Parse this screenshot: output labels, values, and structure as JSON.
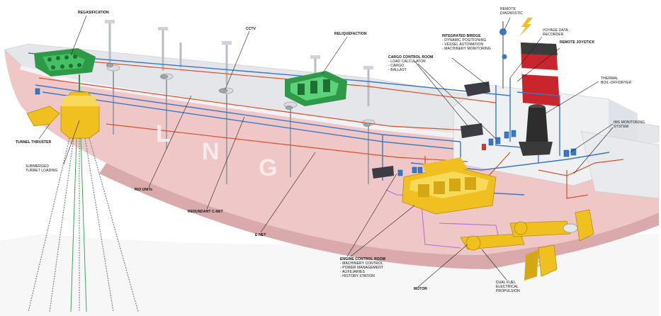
{
  "hull_text": [
    "L",
    "N",
    "G"
  ],
  "colors": {
    "hull_pink": "#efc7c7",
    "hull_shadow": "#d9a9ab",
    "deck": "#e4e6ea",
    "superstructure": "#eef0f2",
    "funnel_red": "#c8262c",
    "blue_network": "#3a78c2",
    "red_network": "#d9502a",
    "green_plant": "#2e9a48",
    "yellow_equipment": "#f0c020",
    "purple_lines": "#b46bd6"
  },
  "labels": {
    "regasification": "REGASIFICATION",
    "tunnel_thruster": "TUNNEL THRUSTER",
    "submerged_turret": [
      "SUBMERGED",
      "TURRET LOADING"
    ],
    "cctv": "CCTV",
    "reliquefaction": "RELIQUEFACTION",
    "remote_diagnostic": [
      "REMOTE",
      "DIAGNOSTIC"
    ],
    "voyage_data_recorder": [
      "VOYAGE DATA",
      "RECORDER"
    ],
    "integrated_bridge": "INTEGRATED BRIDGE",
    "integrated_bridge_items": [
      "- DYNAMIC POSITIONING",
      "- VESSEL AUTOMATION",
      "- MACHINERY MONITORING"
    ],
    "remote_joystick": "REMOTE JOYSTICK",
    "cargo_control_room": "CARGO CONTROL ROOM",
    "cargo_control_items": [
      "- LOAD CALCULATOR",
      "- CARGO",
      "- BALLAST"
    ],
    "thermal_boil_off": [
      "THERMAL",
      "BOIL-OFF/DRYER"
    ],
    "ims_monitoring": [
      "IMS MONITORING",
      "SYSTEM"
    ],
    "rio_units": "RIO UNITs",
    "redundant_c_net": "REDUNDANT C-NET",
    "e_net": "E-NET",
    "engine_control_room": "ENGINE CONTROL ROOM",
    "engine_control_items": [
      "- MACHINERY CONTROL",
      "- POWER MANAGEMENT",
      "- AUXILIARIES",
      "- HISTORY STATION"
    ],
    "motor": "MOTOR",
    "dual_fuel_propulsion": [
      "DUAL FUEL",
      "ELECTRICAL",
      "PROPULSION"
    ]
  },
  "icons": [
    "antenna-icon",
    "lightning-icon",
    "workstation-icon",
    "rio-unit-icon",
    "cctv-camera-icon",
    "generator-icon",
    "propeller-icon",
    "mooring-chain-icon"
  ]
}
